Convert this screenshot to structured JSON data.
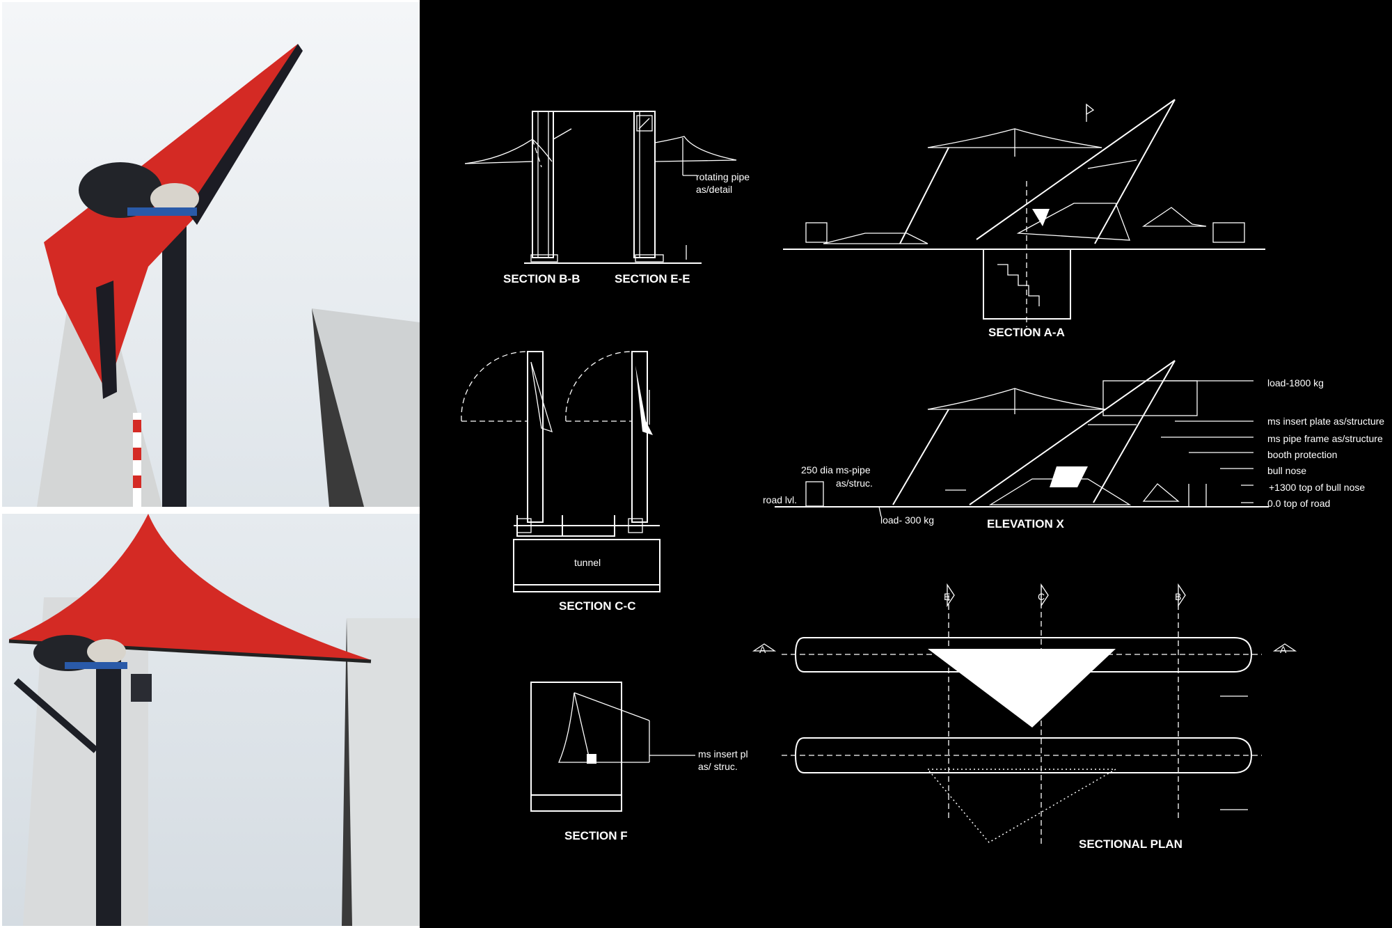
{
  "photos": {
    "top": {
      "alt": ""
    },
    "bottom": {
      "alt": ""
    }
  },
  "colors": {
    "canopy_red": "#d42a24",
    "drawing_background": "#000000",
    "line_color": "#ffffff",
    "sky": "#e4e9ee"
  },
  "drawings": {
    "section_bb": {
      "title": "SECTION B-B"
    },
    "section_ee": {
      "title": "SECTION E-E",
      "note_line1": "rotating pipe",
      "note_line2": "as/detail"
    },
    "section_aa": {
      "title": "SECTION A-A"
    },
    "section_cc": {
      "title": "SECTION C-C",
      "label": "tunnel"
    },
    "section_f": {
      "title": "SECTION F",
      "note_line1": "ms insert pl",
      "note_line2": "as/ struc."
    },
    "elevation_x": {
      "title": "ELEVATION X",
      "labels": {
        "load_top": "load-1800 kg",
        "insert_plate": "ms insert plate as/structure",
        "pipe_frame": "ms pipe frame as/structure",
        "booth": "booth protection",
        "bull_nose": "bull nose",
        "top_bull_nose": "+1300 top of bull nose",
        "top_road": "0.0 top of road",
        "pipe_line1": "250 dia ms-pipe",
        "pipe_line2": "as/struc.",
        "road_lvl": "road lvl.",
        "load_bottom": "load- 300 kg"
      }
    },
    "sectional_plan": {
      "title": "SECTIONAL PLAN",
      "markers": {
        "a_left": "A",
        "a_right": "A",
        "e": "E",
        "c": "C",
        "b": "B"
      }
    }
  }
}
